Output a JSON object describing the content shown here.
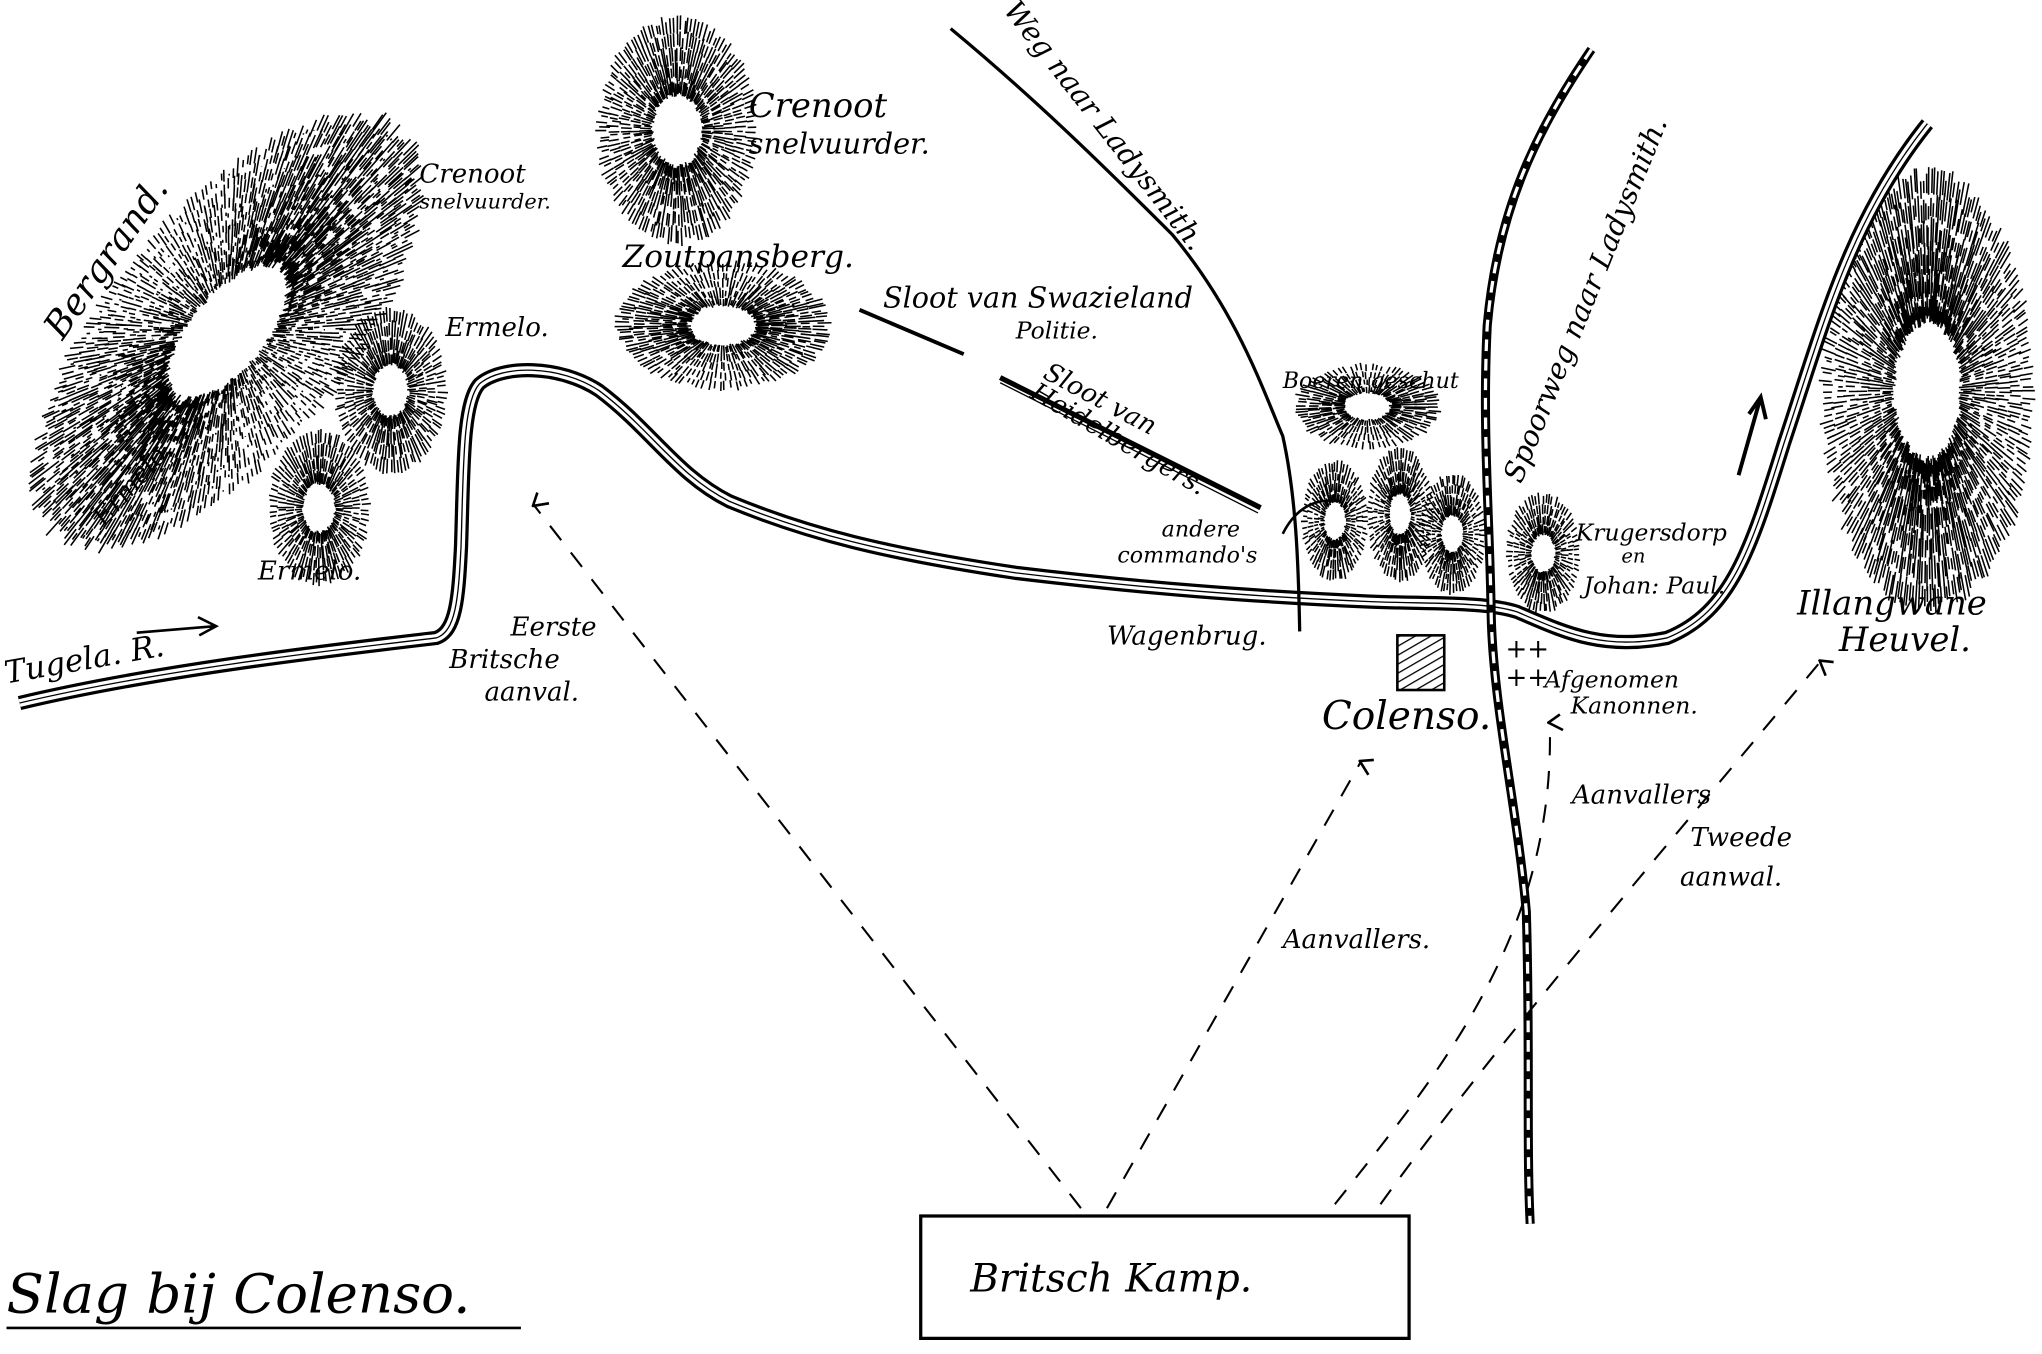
{
  "title": "Slag bij Colenso.",
  "colors": {
    "ink": "#000000",
    "paper": "#ffffff"
  },
  "labels": {
    "bergrand": "Bergrand.",
    "ermelo_ridge": "Ermelo.",
    "crenoot_left": [
      "Crenoot",
      "snelvuurder."
    ],
    "crenoot_top": [
      "Crenoot",
      "snelvuurder."
    ],
    "zoutpansberg": "Zoutpansberg.",
    "ermelo_1": "Ermelo.",
    "ermelo_2": "Ermelo.",
    "tugela": "Tugela. R.",
    "eerste_aanval": [
      "Eerste",
      "Britsche",
      "aanval."
    ],
    "sloot_swazieland": [
      "Sloot van Swazieland",
      "Politie."
    ],
    "sloot_heidelbergers": [
      "Sloot van",
      "Heidelbergers."
    ],
    "weg": "Weg naar Ladysmith.",
    "spoorweg": "Spoorweg naar Ladysmith.",
    "boeren_geschut": "Boeren geschut",
    "andere_commandos": [
      "andere",
      "commando's"
    ],
    "wagenbrug": "Wagenbrug.",
    "colenso": "Colenso.",
    "krugersdorp": [
      "Krugersdorp",
      "en",
      "Johan: Paul."
    ],
    "illangwane": [
      "Illangwane",
      "Heuvel."
    ],
    "afgenomen": [
      "Afgenomen",
      "Kanonnen."
    ],
    "aanvallers_right": "Aanvallers",
    "tweede_aanval": [
      "Tweede",
      "aanwal."
    ],
    "aanvallers_center": "Aanvallers.",
    "britsch_kamp": "Britsch Kamp."
  }
}
